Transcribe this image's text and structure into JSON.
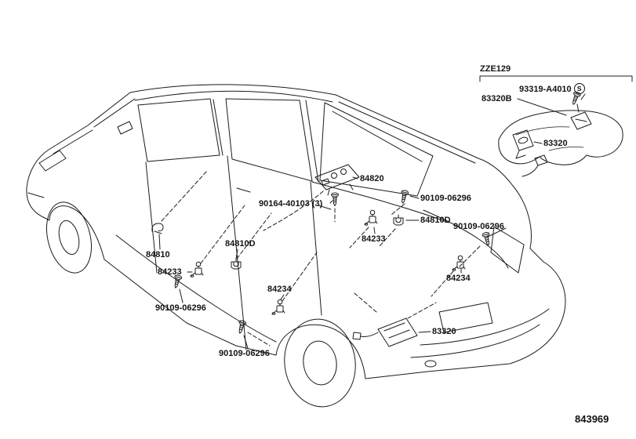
{
  "colors": {
    "line": "#1c1c1c",
    "background": "#ffffff"
  },
  "figure": {
    "code": "843969"
  },
  "inset": {
    "variant": "ZZE129",
    "screw": "93319-A4010",
    "screw_marker": "S",
    "sensor_b": "83320B",
    "sensor": "83320"
  },
  "main": {
    "back_door_switch": "84820",
    "screw_back_door": "90164-40103 (3)",
    "screw_a": "90109-06296",
    "clip_right": "84810D",
    "screw_b": "90109-06296",
    "switch_right": "84233",
    "clip_center": "84810D",
    "boot": "84810",
    "switch_left": "84233",
    "switch_back_right": "84234",
    "switch_back_center": "84234",
    "screw_left": "90109-06296",
    "sensor_rear": "83320",
    "screw_bottom": "90109-06296"
  }
}
